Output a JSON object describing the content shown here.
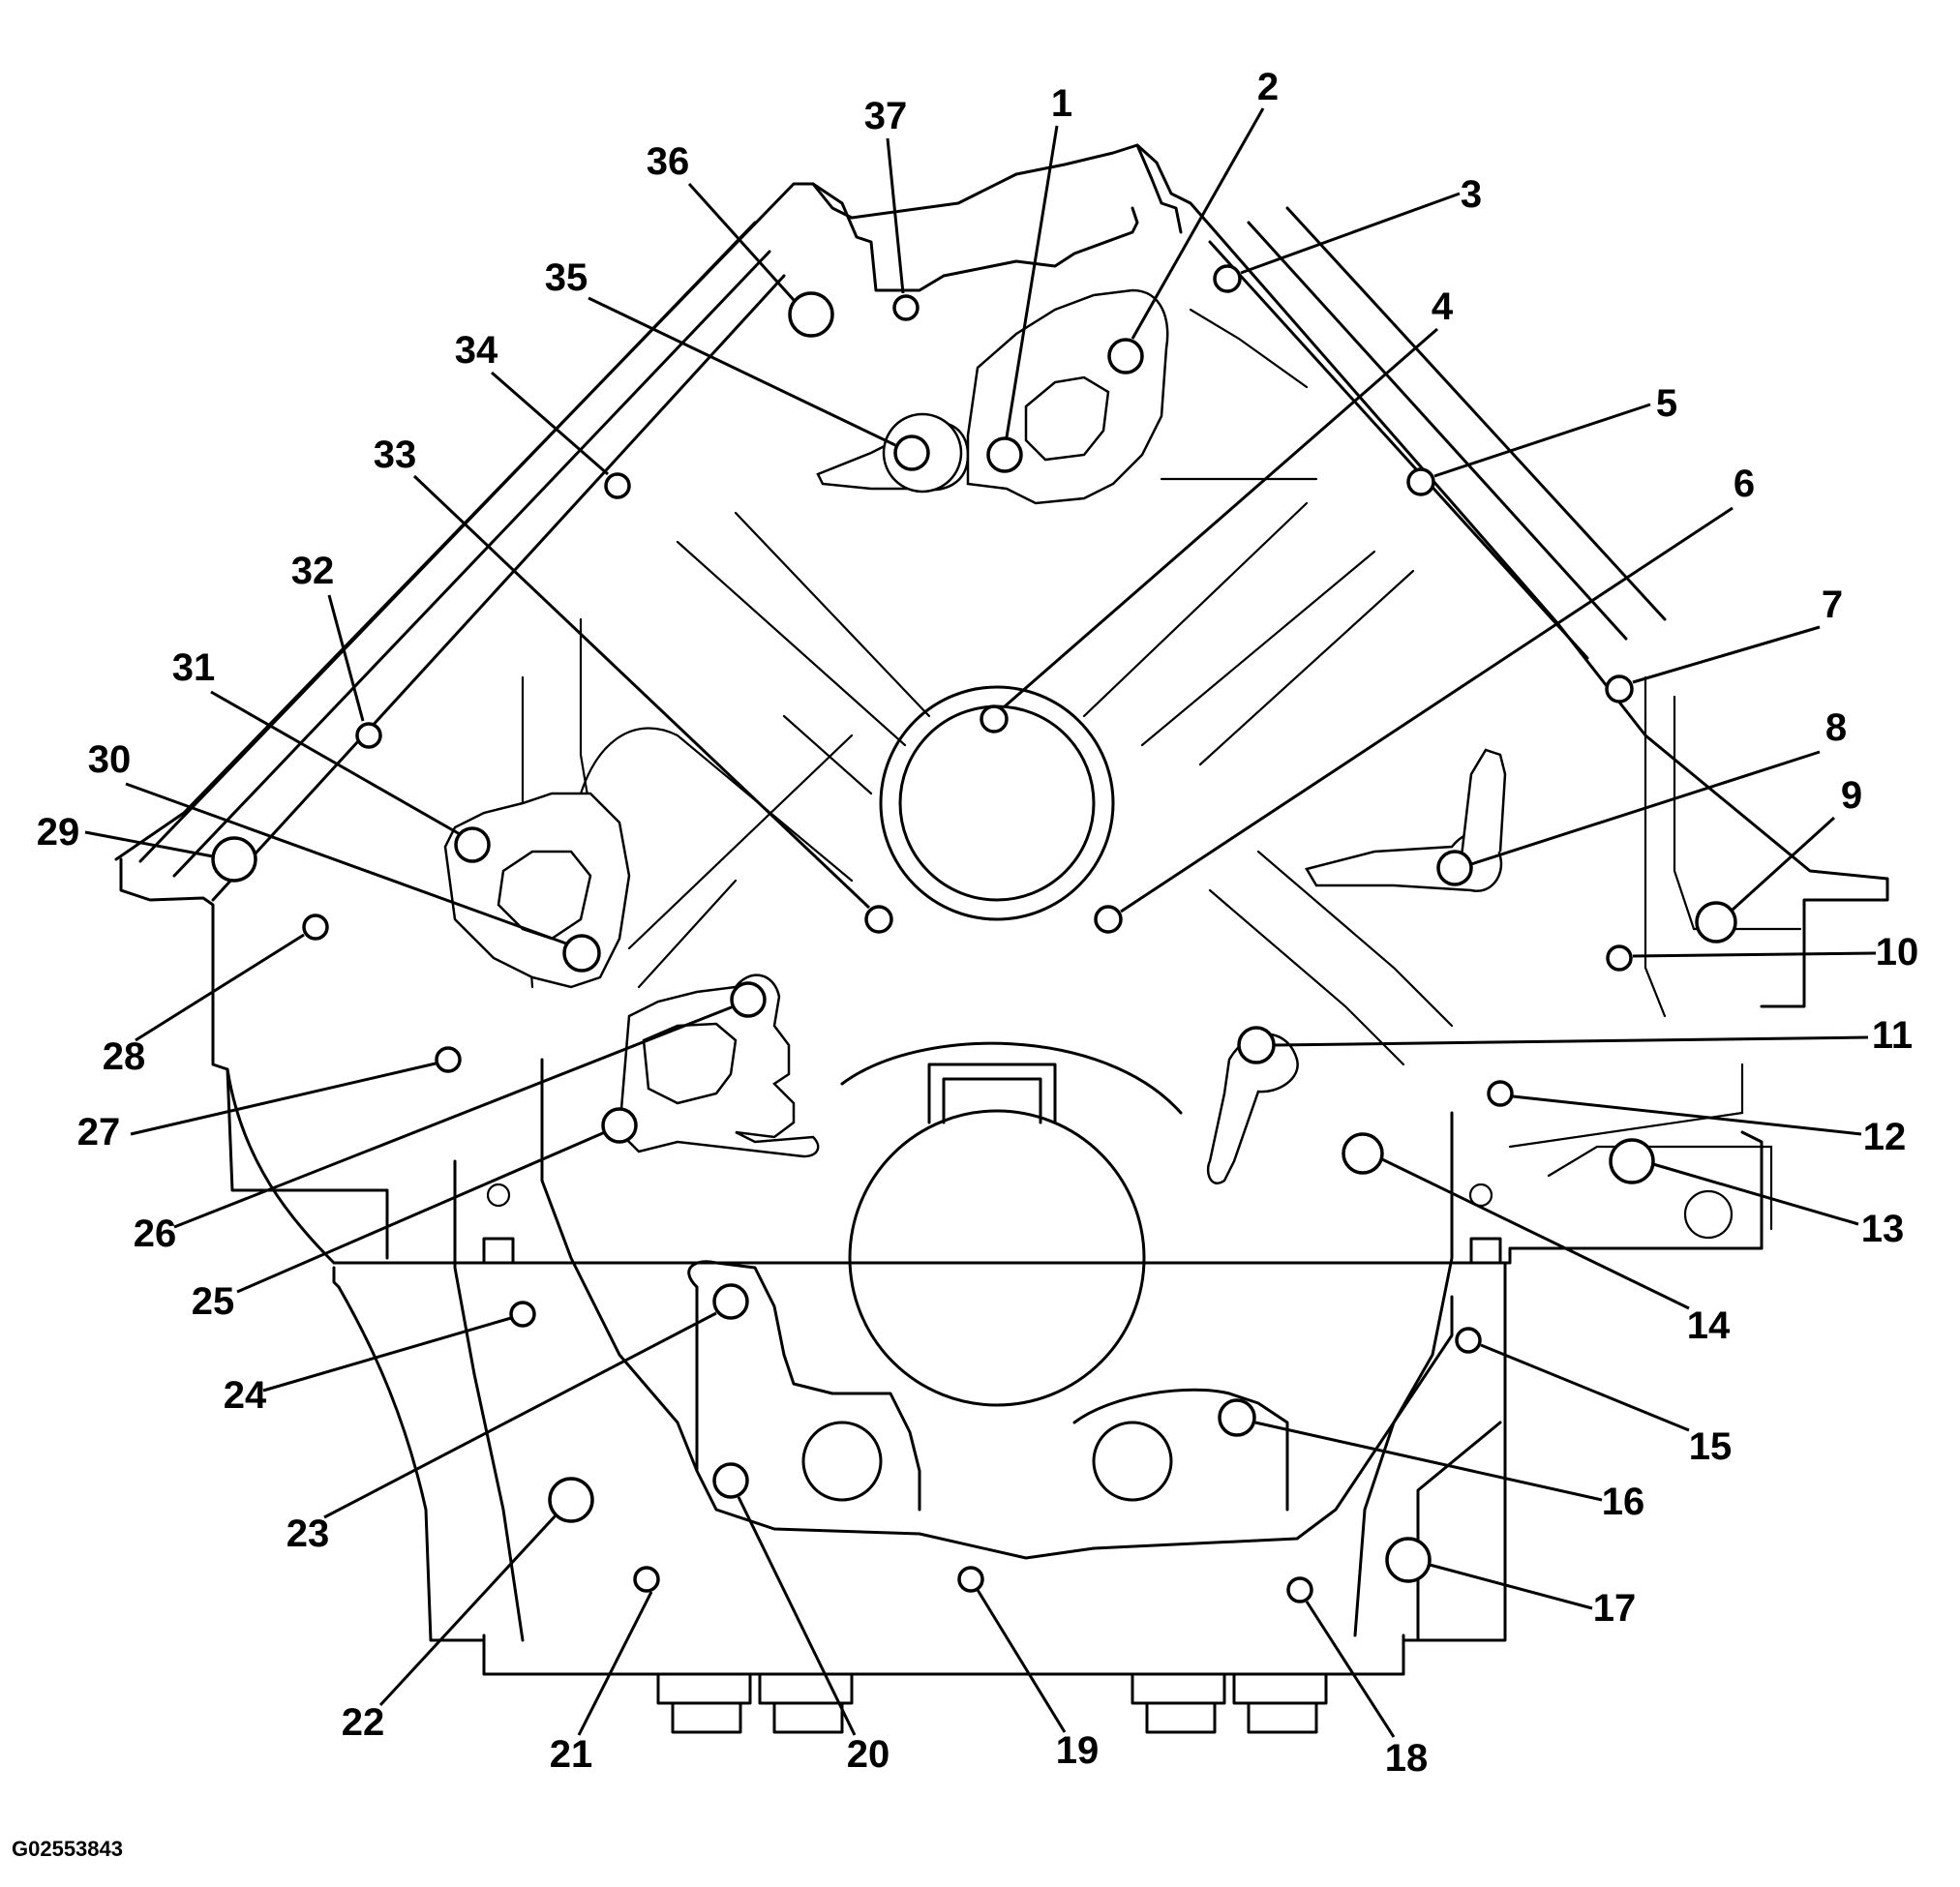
{
  "figure_code": "G02553843",
  "callouts": [
    {
      "label": "1"
    },
    {
      "label": "2"
    },
    {
      "label": "3"
    },
    {
      "label": "4"
    },
    {
      "label": "5"
    },
    {
      "label": "6"
    },
    {
      "label": "7"
    },
    {
      "label": "8"
    },
    {
      "label": "9"
    },
    {
      "label": "10"
    },
    {
      "label": "11"
    },
    {
      "label": "12"
    },
    {
      "label": "13"
    },
    {
      "label": "14"
    },
    {
      "label": "15"
    },
    {
      "label": "16"
    },
    {
      "label": "17"
    },
    {
      "label": "18"
    },
    {
      "label": "19"
    },
    {
      "label": "20"
    },
    {
      "label": "21"
    },
    {
      "label": "22"
    },
    {
      "label": "23"
    },
    {
      "label": "24"
    },
    {
      "label": "25"
    },
    {
      "label": "26"
    },
    {
      "label": "27"
    },
    {
      "label": "28"
    },
    {
      "label": "29"
    },
    {
      "label": "30"
    },
    {
      "label": "31"
    },
    {
      "label": "32"
    },
    {
      "label": "33"
    },
    {
      "label": "34"
    },
    {
      "label": "35"
    },
    {
      "label": "36"
    },
    {
      "label": "37"
    }
  ]
}
